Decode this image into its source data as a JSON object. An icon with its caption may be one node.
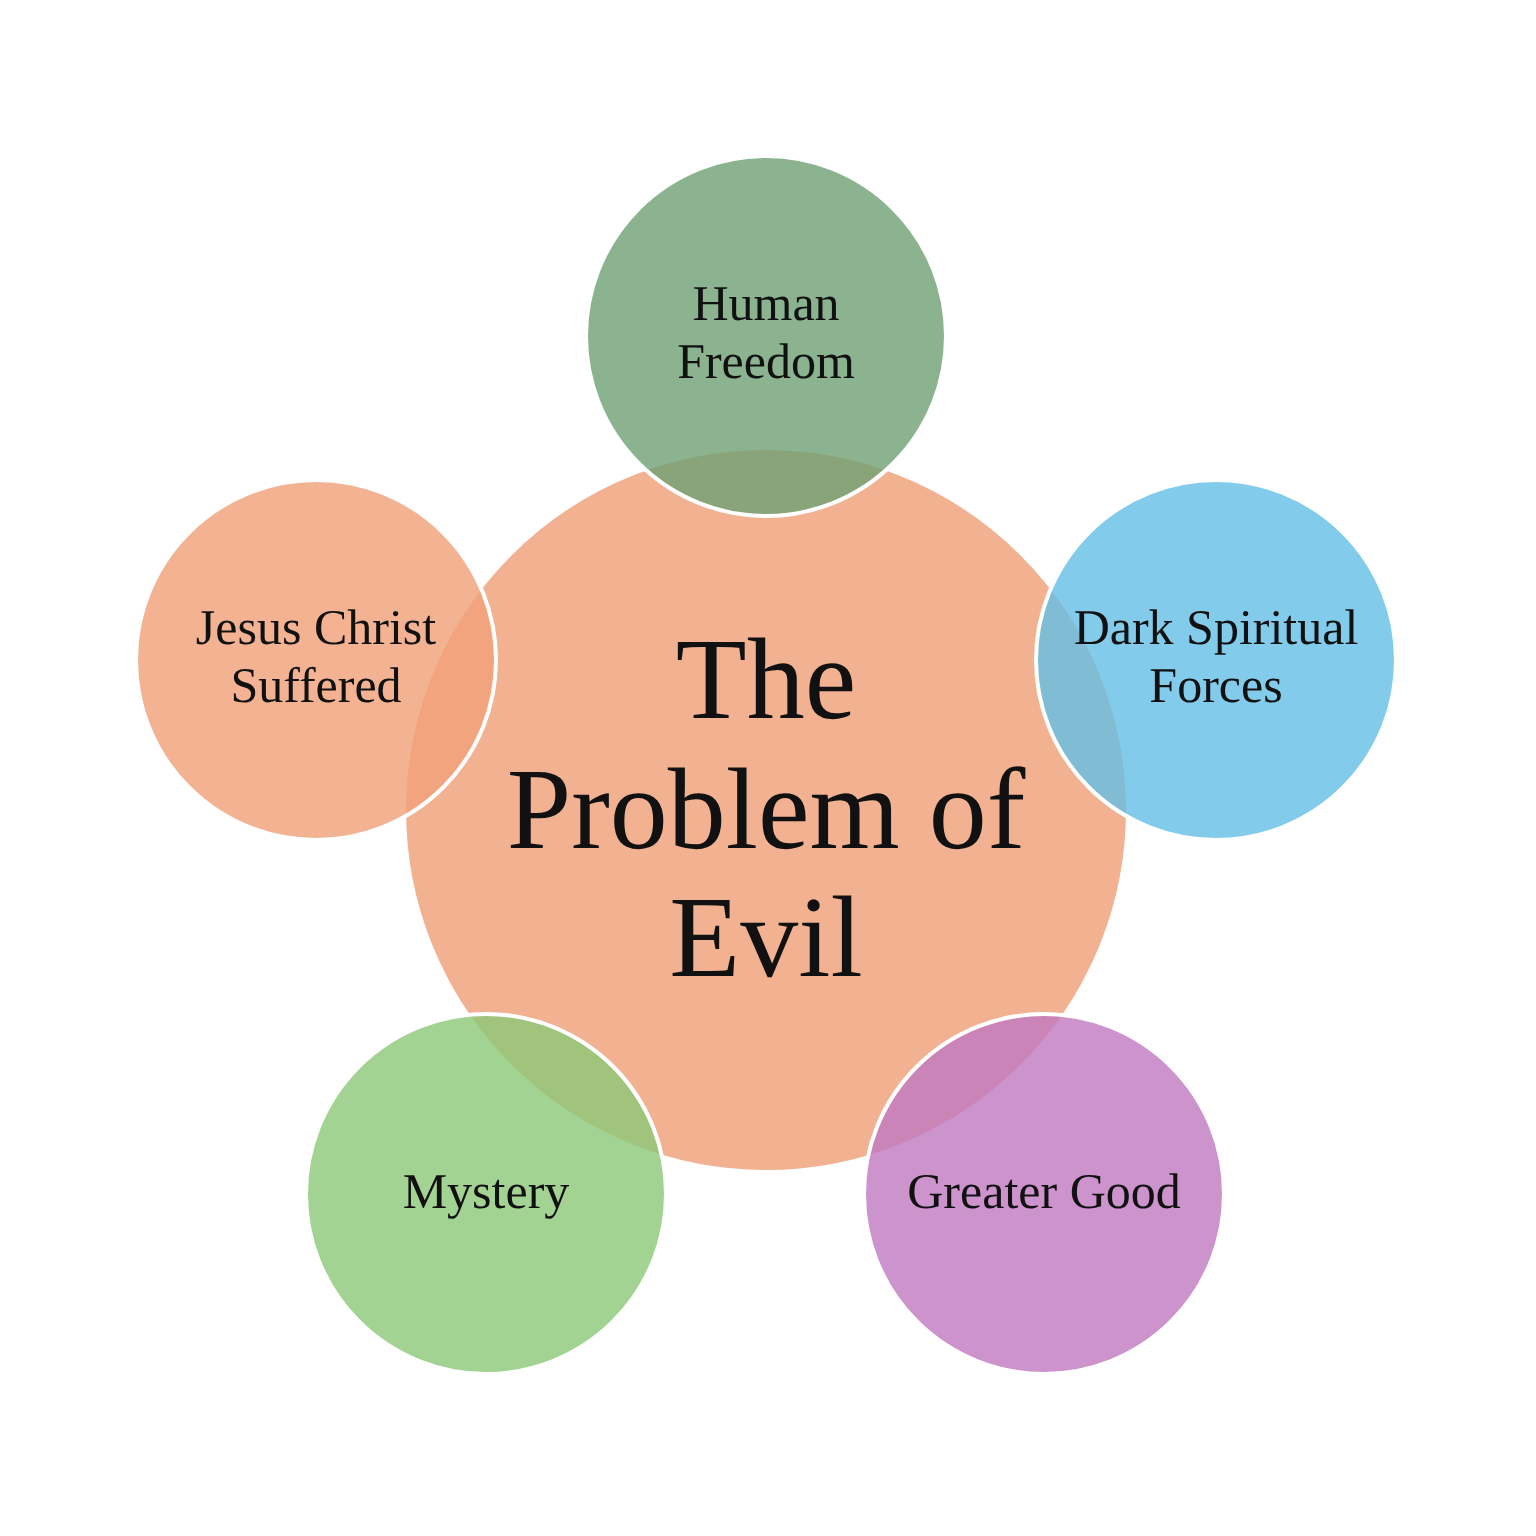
{
  "diagram": {
    "nodes": [
      {
        "text": [
          "The Problem of Evil"
        ]
      },
      {
        "text": [
          "Human Freedom"
        ]
      },
      {
        "text": [
          "Dark Spiritual Forces"
        ]
      },
      {
        "text": [
          "Greater Good"
        ]
      },
      {
        "text": [
          "Mystery"
        ]
      },
      {
        "text": [
          "Jesus Christ Suffered"
        ]
      }
    ]
  }
}
